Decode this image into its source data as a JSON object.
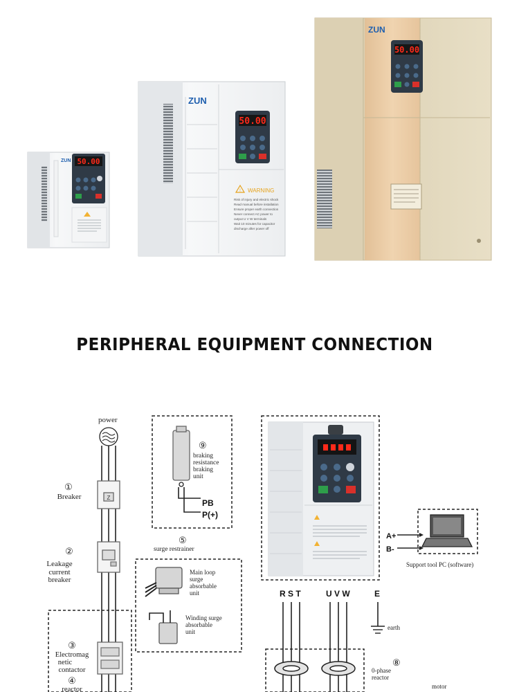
{
  "brand": "ZUN",
  "display_value": "50.00",
  "warning_title": "WARNING",
  "warning_lines": [
    "Risk of injury and electric shock",
    "Read manual before installation",
    "Ensure proper earth connection",
    "Never connect AC power to",
    "output U V W terminals",
    "Wait 10 minutes for capacitor",
    "discharge after power off"
  ],
  "section_title": "PERIPHERAL EQUIPMENT CONNECTION",
  "diagram": {
    "power_label": "power",
    "breaker": {
      "num": "①",
      "label": "Breaker"
    },
    "leakage": {
      "num": "②",
      "label_lines": [
        "Leakage",
        "current",
        "breaker"
      ]
    },
    "contactor": {
      "num": "③",
      "label_lines": [
        "Electromag",
        "netic",
        "contactor"
      ]
    },
    "reactor": {
      "num": "④",
      "label": "reactor"
    },
    "surge": {
      "num": "⑤",
      "label": "surge restrainer"
    },
    "main_loop_lines": [
      "Main loop",
      "surge",
      "absorbable",
      "unit"
    ],
    "winding_lines": [
      "Winding surge",
      "absorbable",
      "unit"
    ],
    "braking": {
      "num": "⑨",
      "label_lines": [
        "braking",
        "resistance",
        "braking",
        "unit"
      ]
    },
    "pb": "PB",
    "p_plus": "P(+)",
    "a_plus": "A+",
    "b_minus": "B-",
    "support_pc": "Support tool PC (software)",
    "rst": "R S T",
    "uvw": "U V W",
    "e": "E",
    "earth": "earth",
    "zero_phase": {
      "num": "⑧",
      "label_lines": [
        "0-phase",
        "reactor"
      ]
    },
    "motor": "motor"
  },
  "colors": {
    "display_red": "#ff2a1a",
    "beige": "#e3d9bd",
    "stripe": "#e9c9a2",
    "panel": "#2f3a46",
    "key_blue": "#4a6a8a",
    "run_green": "#2e9e4a",
    "stop_red": "#d9302a"
  }
}
